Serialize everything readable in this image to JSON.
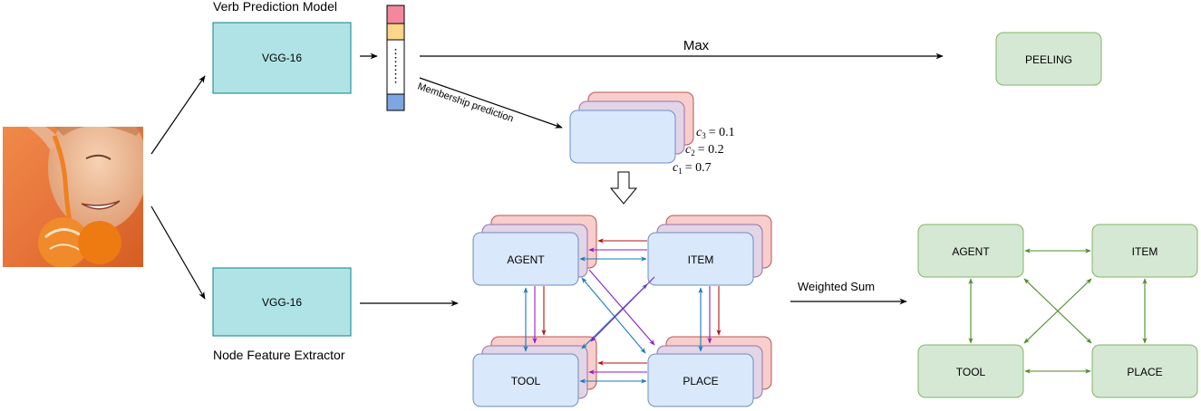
{
  "labels": {
    "verb_model": "Verb Prediction Model",
    "node_extractor": "Node Feature Extractor",
    "vgg_top": "VGG-16",
    "vgg_bottom": "VGG-16",
    "max": "Max",
    "membership": "Membership prediction",
    "weighted_sum": "Weighted Sum",
    "peeling": "PEELING"
  },
  "coefficients": [
    {
      "sym": "c",
      "sub": "3",
      "val": "= 0.1"
    },
    {
      "sym": "c",
      "sub": "2",
      "val": "= 0.2"
    },
    {
      "sym": "c",
      "sub": "1",
      "val": "= 0.7"
    }
  ],
  "graph_in": {
    "agent": "AGENT",
    "item": "ITEM",
    "tool": "TOOL",
    "place": "PLACE"
  },
  "graph_out": {
    "agent": "AGENT",
    "item": "ITEM",
    "tool": "TOOL",
    "place": "PLACE"
  },
  "colors": {
    "teal_fill": "#b0e3e6",
    "teal_stroke": "#0e8088",
    "blue_fill": "#dae8fc",
    "blue_stroke": "#6c8ebf",
    "pink_fill": "#f8cecc",
    "pink_stroke": "#b85450",
    "lavender_fill": "#e1d5e7",
    "lavender_stroke": "#9673a6",
    "green_fill": "#d5e8d4",
    "green_stroke": "#82b366",
    "green_arrow": "#4d8a2a",
    "red_arrow": "#b01010",
    "purple_arrow": "#8a1ec8",
    "blue_arrow": "#1a7bb5",
    "vector_top": "#f4879e",
    "vector_second": "#fad58a",
    "vector_bottom": "#7ea6e0"
  }
}
